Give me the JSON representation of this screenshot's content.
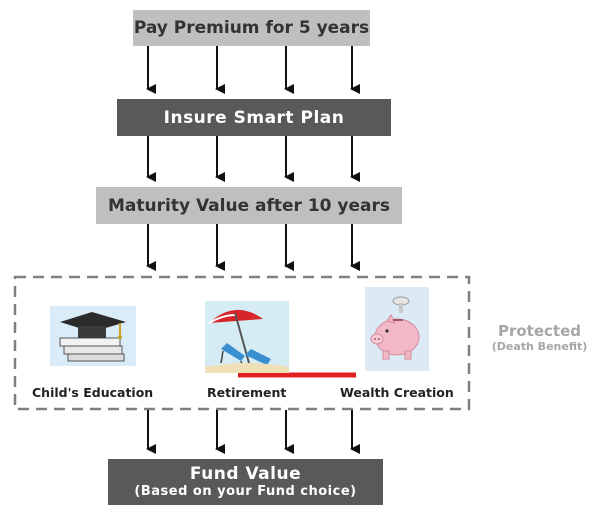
{
  "diagram": {
    "top_box": "Pay Premium for 5 years",
    "plan_box": "Insure Smart Plan",
    "maturity_box": "Maturity Value after 10 years",
    "benefits": {
      "child_education": "Child's Education",
      "retirement": "Retirement",
      "wealth_creation": "Wealth Creation"
    },
    "protected": {
      "title": "Protected",
      "subtitle": "(Death Benefit)"
    },
    "fund_box": {
      "line1": "Fund Value",
      "line2": "(Based on your Fund choice)"
    }
  },
  "icons": {
    "child_education": "graduation-cap-books-icon",
    "retirement": "beach-umbrella-chairs-icon",
    "wealth_creation": "piggy-bank-icon"
  },
  "colors": {
    "light_box": "#bfbfbf",
    "dark_box": "#595959",
    "dashed_border": "#808080",
    "red_line": "#e02020",
    "protected_text": "#a6a6a6"
  }
}
